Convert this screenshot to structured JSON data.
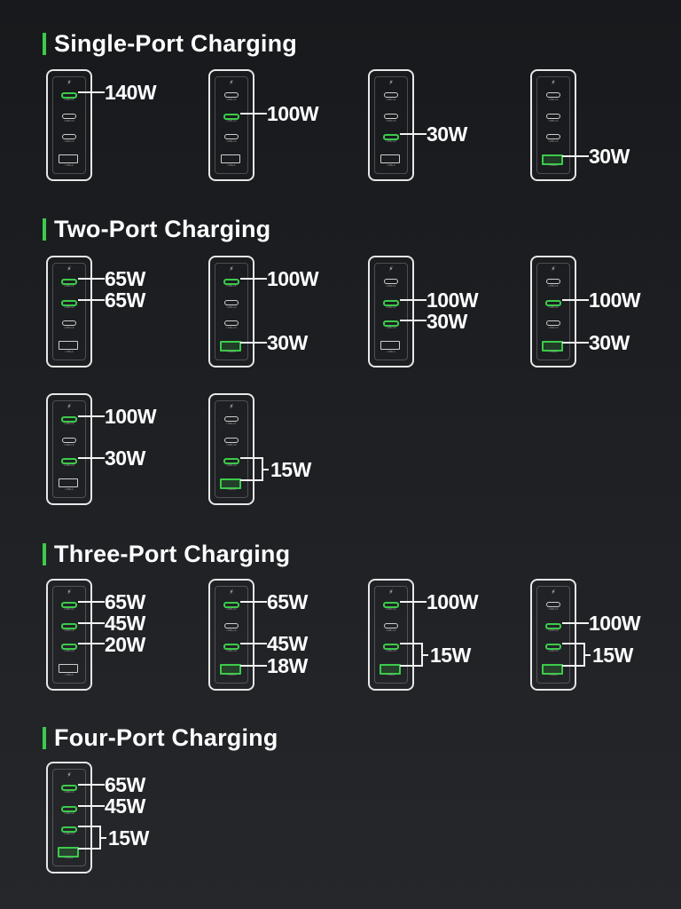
{
  "sections": [
    {
      "title": "Single-Port Charging",
      "configs": [
        {
          "active": [
            "c1"
          ],
          "outputs": [
            "140W"
          ]
        },
        {
          "active": [
            "c2"
          ],
          "outputs": [
            "100W"
          ]
        },
        {
          "active": [
            "c3"
          ],
          "outputs": [
            "30W"
          ]
        },
        {
          "active": [
            "a"
          ],
          "outputs": [
            "30W"
          ]
        }
      ]
    },
    {
      "title": "Two-Port Charging",
      "configs": [
        {
          "active": [
            "c1",
            "c2"
          ],
          "outputs": [
            "65W",
            "65W"
          ]
        },
        {
          "active": [
            "c1",
            "a"
          ],
          "outputs": [
            "100W",
            "30W"
          ]
        },
        {
          "active": [
            "c2",
            "c3"
          ],
          "outputs": [
            "100W",
            "30W"
          ]
        },
        {
          "active": [
            "c2",
            "a"
          ],
          "outputs": [
            "100W",
            "30W"
          ]
        },
        {
          "active": [
            "c1",
            "c3"
          ],
          "outputs": [
            "100W",
            "30W"
          ]
        },
        {
          "active": [
            "c3",
            "a"
          ],
          "outputs": [
            "15W"
          ],
          "shared": true
        }
      ]
    },
    {
      "title": "Three-Port Charging",
      "configs": [
        {
          "active": [
            "c1",
            "c2",
            "c3"
          ],
          "outputs": [
            "65W",
            "45W",
            "20W"
          ]
        },
        {
          "active": [
            "c1",
            "c3",
            "a"
          ],
          "outputs": [
            "65W",
            "45W",
            "18W"
          ]
        },
        {
          "active": [
            "c1",
            "c3",
            "a"
          ],
          "outputs": [
            "100W",
            "15W"
          ],
          "shared": true
        },
        {
          "active": [
            "c2",
            "c3",
            "a"
          ],
          "outputs": [
            "100W",
            "15W"
          ],
          "shared": true
        }
      ]
    },
    {
      "title": "Four-Port Charging",
      "configs": [
        {
          "active": [
            "c1",
            "c2",
            "c3",
            "a"
          ],
          "outputs": [
            "65W",
            "45W",
            "15W"
          ],
          "shared": true
        }
      ]
    }
  ],
  "port_labels": {
    "c1": "USB-C1",
    "c2": "USB-C2",
    "c3": "USB-C3",
    "a": "USB-A"
  },
  "icons": {
    "bolt": "lightning-bolt-icon"
  },
  "colors": {
    "accent": "#3ccb4a",
    "text": "#ffffff",
    "background": "#1e2024"
  }
}
